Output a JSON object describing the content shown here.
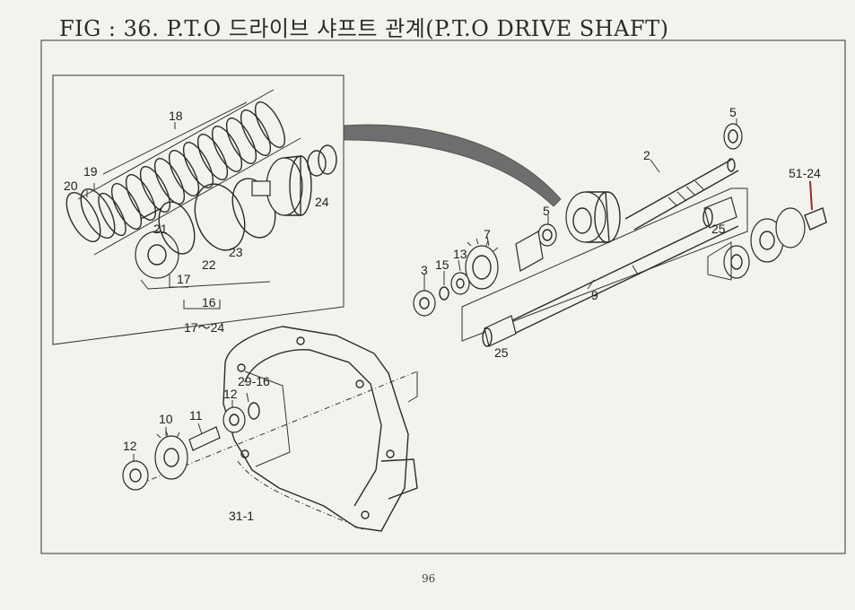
{
  "title": "FIG : 36. P.T.O 드라이브 샤프트 관계(P.T.O DRIVE SHAFT)",
  "page_number": "96",
  "callouts": {
    "c2": "2",
    "c3": "3",
    "c5a": "5",
    "c5b": "5",
    "c7": "7",
    "c9": "9",
    "c10": "10",
    "c11": "11",
    "c12a": "12",
    "c12b": "12",
    "c13": "13",
    "c15": "15",
    "c16": "16",
    "c16range": "17～24",
    "c17": "17",
    "c18": "18",
    "c19": "19",
    "c20": "20",
    "c21": "21",
    "c22": "22",
    "c23": "23",
    "c24": "24",
    "c25a": "25",
    "c25b": "25",
    "c29": "29-16",
    "c31": "31-1",
    "c51": "51-24"
  },
  "colors": {
    "ink": "#2b2b2b",
    "paper": "#f3f2ec",
    "accent": "#9a2a2a"
  }
}
